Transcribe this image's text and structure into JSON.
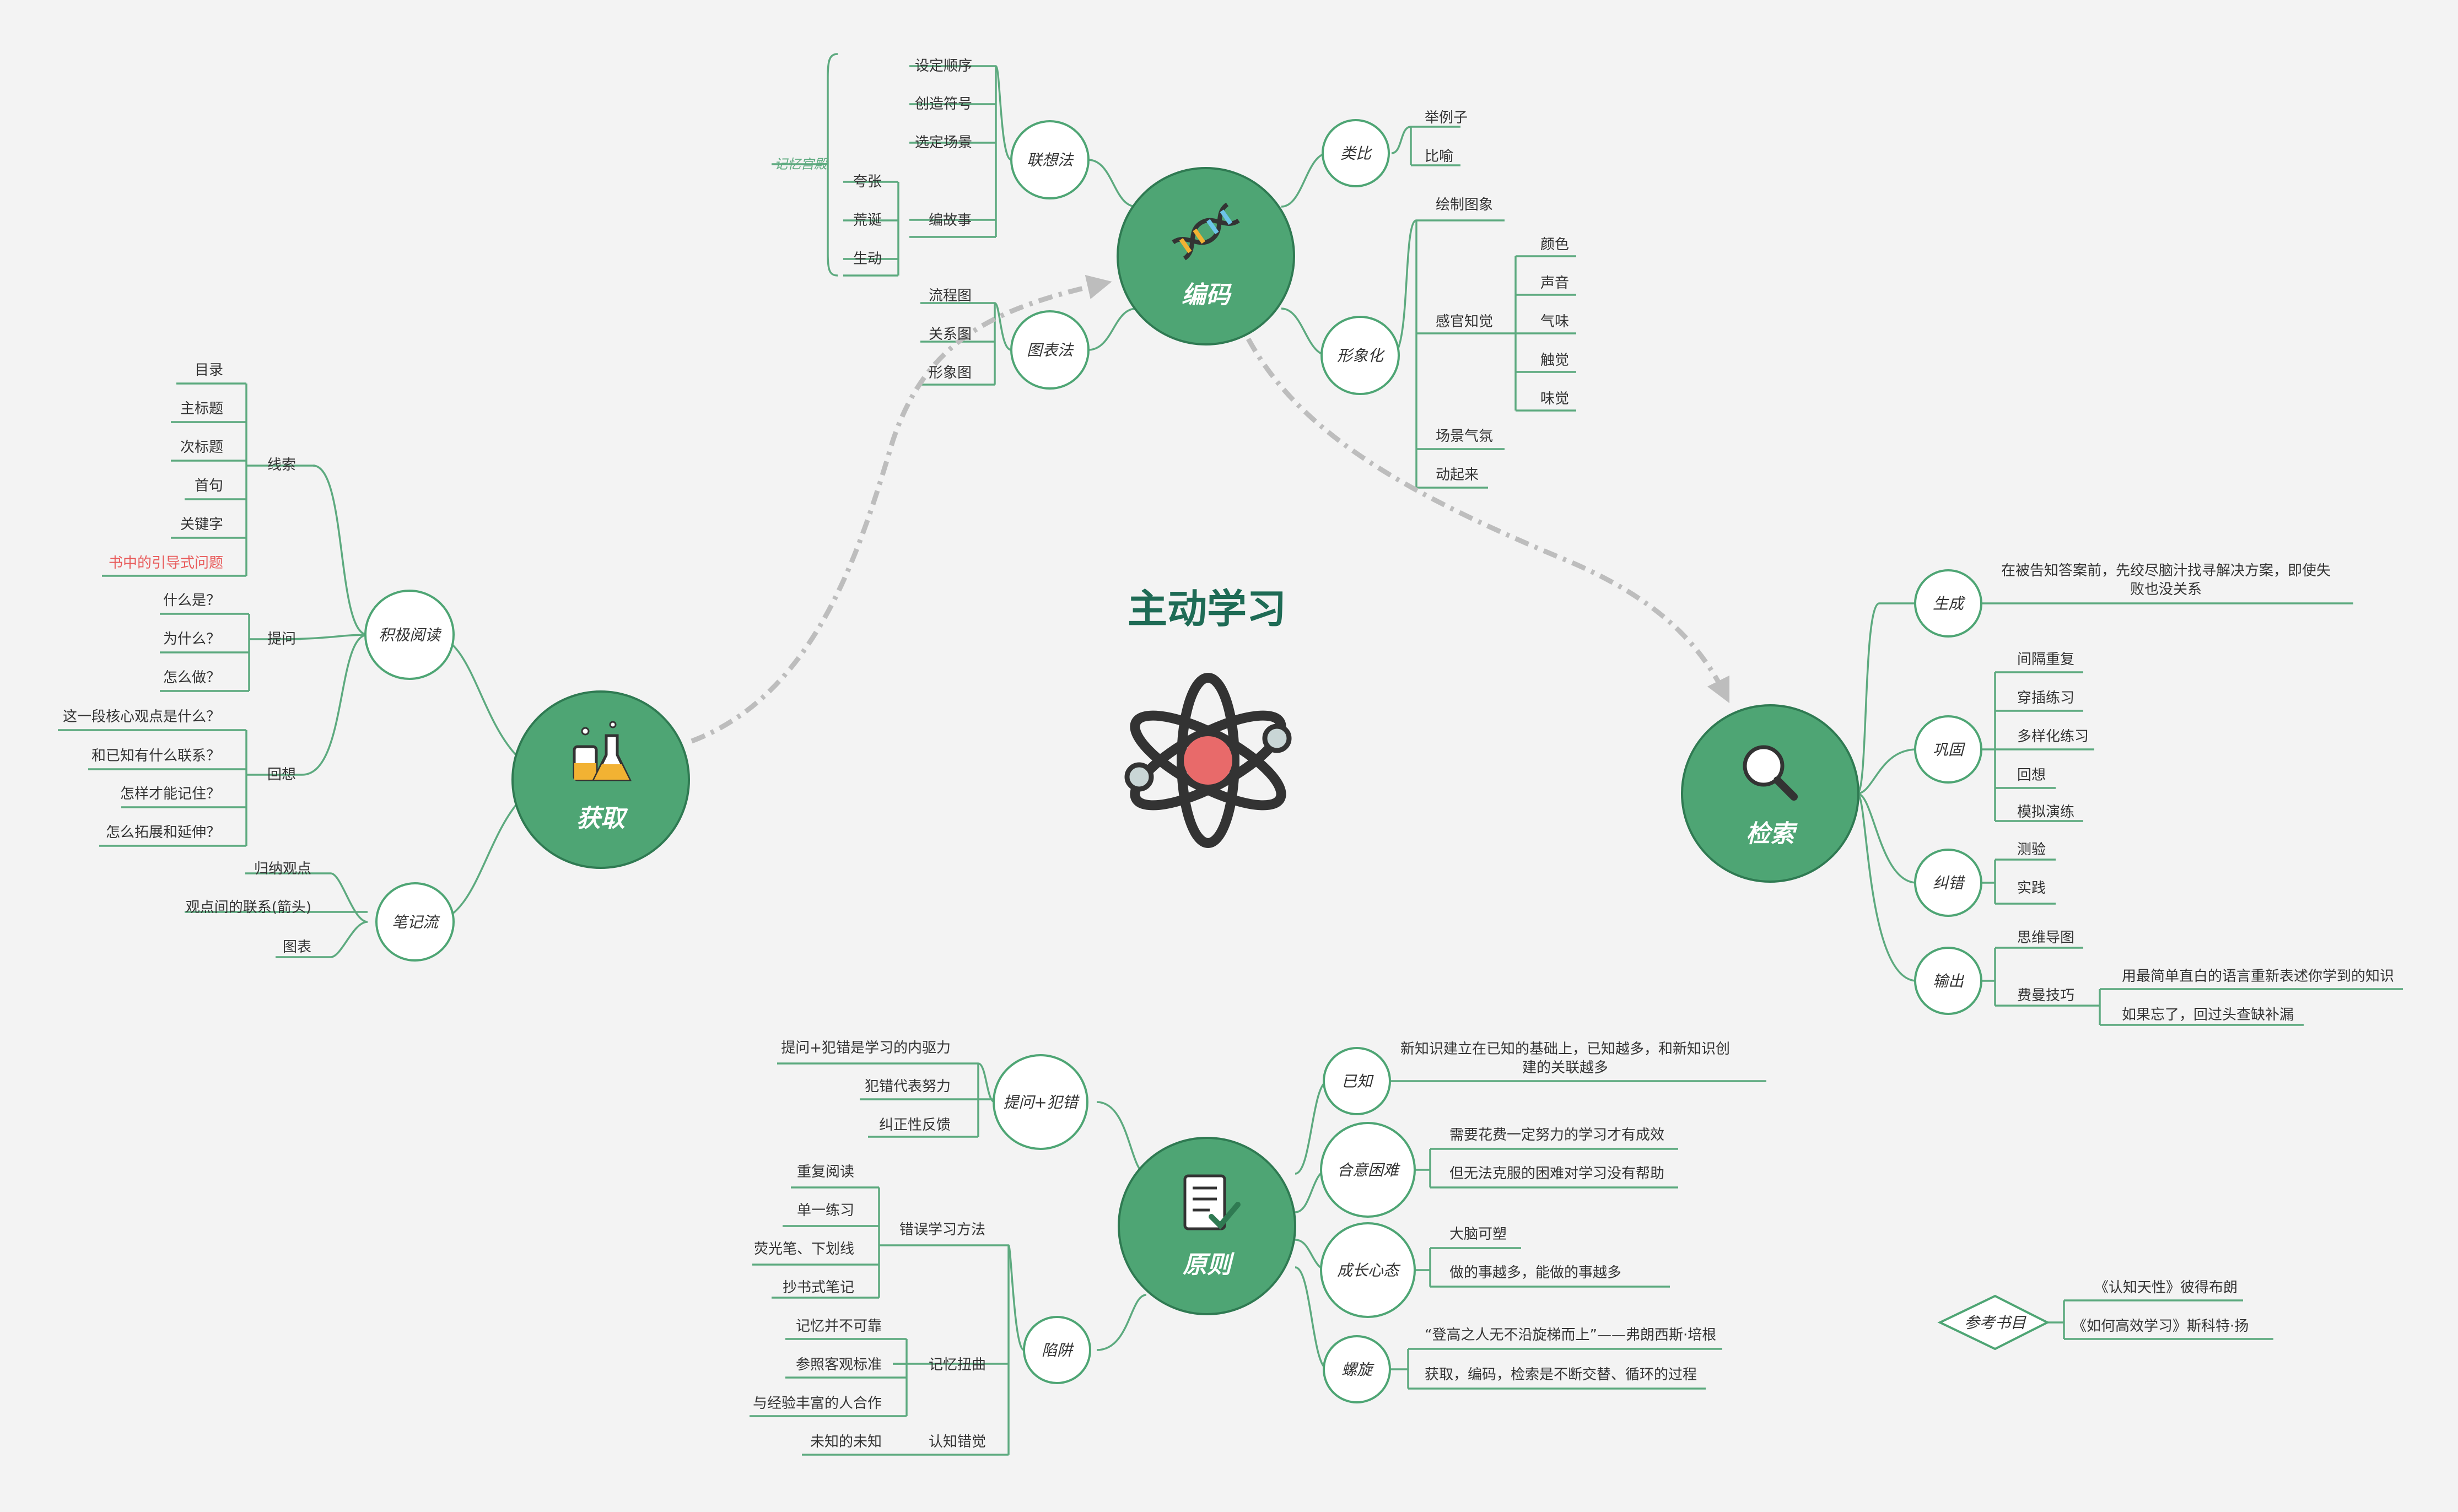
{
  "title": "主动学习",
  "colors": {
    "green": "#4ea574",
    "line": "#5daa7f",
    "bg": "#f3f3f3",
    "text": "#333333",
    "red": "#e85a5a",
    "accent": "#e86a6a",
    "arrow": "#bdbdbd",
    "white": "#ffffff"
  },
  "hubs": {
    "acquire": {
      "label": "获取",
      "icon": "flask-icon"
    },
    "encode": {
      "label": "编码",
      "icon": "dna-icon"
    },
    "retrieve": {
      "label": "检索",
      "icon": "magnifier-icon"
    },
    "principle": {
      "label": "原则",
      "icon": "checklist-icon"
    }
  },
  "topics": {
    "jijiyuedu": "积极阅读",
    "bijiliu": "笔记流",
    "lianxiangfa": "联想法",
    "tubiaofa": "图表法",
    "leibi": "类比",
    "xingxianghua": "形象化",
    "shengcheng": "生成",
    "gonggu": "巩固",
    "jiucuo": "纠错",
    "shuchu": "输出",
    "tiwen_fancuo": "提问+犯错",
    "xianjing": "陷阱",
    "yizhi": "已知",
    "heyi_kunnan": "合意困难",
    "chengzhang_xintai": "成长心态",
    "luoxuan": "螺旋"
  },
  "labels": {
    "xiansuo": "线索",
    "tiwen": "提问",
    "huixiang": "回想",
    "mulu": "目录",
    "zhubiaoti": "主标题",
    "cibiaoti": "次标题",
    "shouju": "首句",
    "guanjianzi": "关键字",
    "yindao_wenti": "书中的引导式问题",
    "shenme": "什么是？",
    "weishenme": "为什么？",
    "zenmezuo": "怎么做？",
    "hexin_guandian": "这一段核心观点是什么？",
    "yizhi_lianxi": "和已知有什么联系？",
    "zenyang_jizhu": "怎样才能记住？",
    "tuozhan": "怎么拓展和延伸？",
    "guina": "归纳观点",
    "lianxi_jiantou": "观点间的联系(箭头)",
    "tubiao": "图表",
    "jiyi_gongdian": "记忆宫殿",
    "sheding_shunxu": "设定顺序",
    "chuangzao_fuhao": "创造符号",
    "xuanding_changjing": "选定场景",
    "bian_gushi": "编故事",
    "kuazhang": "夸张",
    "huangdan": "荒诞",
    "shengdong": "生动",
    "liuchengtu": "流程图",
    "guanxitu": "关系图",
    "xingxiangtu": "形象图",
    "julizi": "举例子",
    "biyu": "比喻",
    "huizhi_tuxiang": "绘制图象",
    "ganguan_zhijue": "感官知觉",
    "yanse": "颜色",
    "shengyin": "声音",
    "qiwei": "气味",
    "chujue": "触觉",
    "weijue": "味觉",
    "changjing_qifen": "场景气氛",
    "dongqilai": "动起来",
    "shengcheng_1": "在被告知答案前，先绞尽脑汁找寻解决方案，即使失",
    "shengcheng_2": "败也没关系",
    "jiange_chongfu": "间隔重复",
    "chuancha_lianxi": "穿插练习",
    "duoyanghua_lianxi": "多样化练习",
    "huixiang2": "回想",
    "moni_yanlian": "模拟演练",
    "ceyan": "测验",
    "shijian": "实践",
    "siwei_daotu": "思维导图",
    "feiman_jiqiao": "费曼技巧",
    "feiman_1": "用最简单直白的语言重新表述你学到的知识",
    "feiman_2": "如果忘了，回过头查缺补漏",
    "tiwen_fancuo_1": "提问+犯错是学习的内驱力",
    "fancuo_daibiao": "犯错代表努力",
    "jiuzheng_fankui": "纠正性反馈",
    "cuowu_fangfa": "错误学习方法",
    "chongfu_yuedu": "重复阅读",
    "danyi_lianxi": "单一练习",
    "yingguangbi": "荧光笔、下划线",
    "chaoshu_biji": "抄书式笔记",
    "jiyi_niuqu": "记忆扭曲",
    "jiyi_bukekao": "记忆并不可靠",
    "canzhao_biaozhun": "参照客观标准",
    "jingyan_hezuo": "与经验丰富的人合作",
    "renzhi_cuojue": "认知错觉",
    "weizhi": "未知的未知",
    "yizhi_1": "新知识建立在已知的基础上，已知越多，和新知识创",
    "yizhi_2": "建的关联越多",
    "heyi_1": "需要花费一定努力的学习才有成效",
    "heyi_2": "但无法克服的困难对学习没有帮助",
    "danao_kesu": "大脑可塑",
    "zuodeyueduo": "做的事越多，能做的事越多",
    "luoxuan_1": "“登高之人无不沿旋梯而上”——弗朗西斯·培根",
    "luoxuan_2": "获取，编码，检索是不断交替、循环的过程",
    "cankao_shumu": "参考书目",
    "shu_1": "《认知天性》彼得布朗",
    "shu_2": "《如何高效学习》斯科特·扬"
  }
}
